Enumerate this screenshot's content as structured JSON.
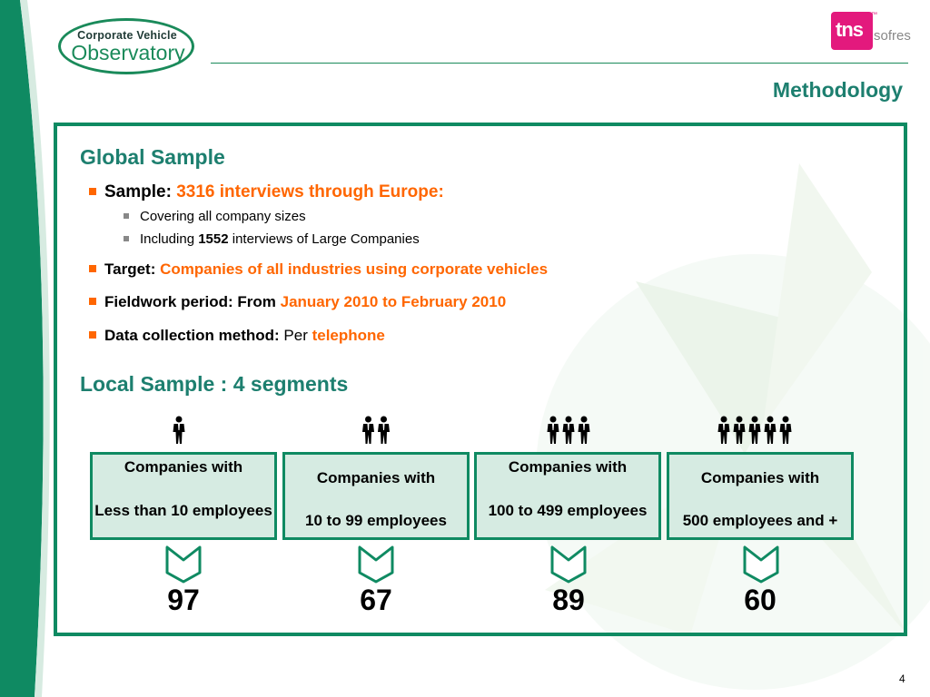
{
  "colors": {
    "brand_green": "#0f8a62",
    "heading_green": "#1d7f6f",
    "accent_orange": "#ff6600",
    "box_fill": "#d6ebe2",
    "tns_pink": "#e3197d"
  },
  "logo_left": {
    "line1": "Corporate Vehicle",
    "line2": "Observatory"
  },
  "logo_right": {
    "brand": "tns",
    "sub": "sofres",
    "tm": "™"
  },
  "page_title": "Methodology",
  "global": {
    "heading": "Global Sample",
    "sample": {
      "label": "Sample:",
      "value": "3316 interviews through Europe:"
    },
    "sub1": "Covering all company sizes",
    "sub2": {
      "pre": "Including ",
      "num": "1552",
      "post": " interviews of Large Companies"
    },
    "target": {
      "label": "Target:",
      "value": "Companies of all industries using corporate vehicles"
    },
    "fieldwork": {
      "label": "Fieldwork period: From ",
      "value": "January 2010 to February 2010"
    },
    "method": {
      "label": "Data collection method:",
      "mid": " Per ",
      "value": "telephone"
    }
  },
  "local": {
    "heading": "Local Sample : 4 segments",
    "segments": [
      {
        "icon": "person-icon",
        "people": 1,
        "line1": "Companies with",
        "line2": "Less than 10 employees",
        "count": "97"
      },
      {
        "icon": "people-icon",
        "people": 2,
        "line1": "Companies with",
        "line2": "10 to 99 employees",
        "count": "67"
      },
      {
        "icon": "people-icon",
        "people": 3,
        "line1": "Companies with",
        "line2": "100 to 499 employees",
        "count": "89"
      },
      {
        "icon": "people-icon",
        "people": 5,
        "line1": "Companies with",
        "line2": "500 employees and +",
        "count": "60"
      }
    ]
  },
  "page_number": "4"
}
